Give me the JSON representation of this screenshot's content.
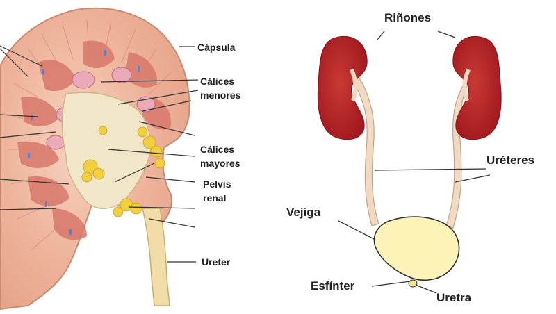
{
  "left_panel": {
    "labels": {
      "capsula": "Cápsula",
      "calices_menores": [
        "Cálices",
        "menores"
      ],
      "calices_mayores": [
        "Cálices",
        "mayores"
      ],
      "pelvis_renal": [
        "Pelvis",
        "renal"
      ],
      "ureter": "Ureter"
    }
  },
  "right_panel": {
    "labels": {
      "rinones": "Riñones",
      "ureteres": "Uréteres",
      "vejiga": "Vejiga",
      "esfinter": "Esfínter",
      "uretra": "Uretra"
    }
  },
  "colors": {
    "kidney_red": "#b3262b",
    "bladder_fill": "#fbf3b8",
    "ureter_fill": "#f2d9c2",
    "cortex": "#f0b8a0",
    "fat_yellow": "#f2cf3e"
  }
}
